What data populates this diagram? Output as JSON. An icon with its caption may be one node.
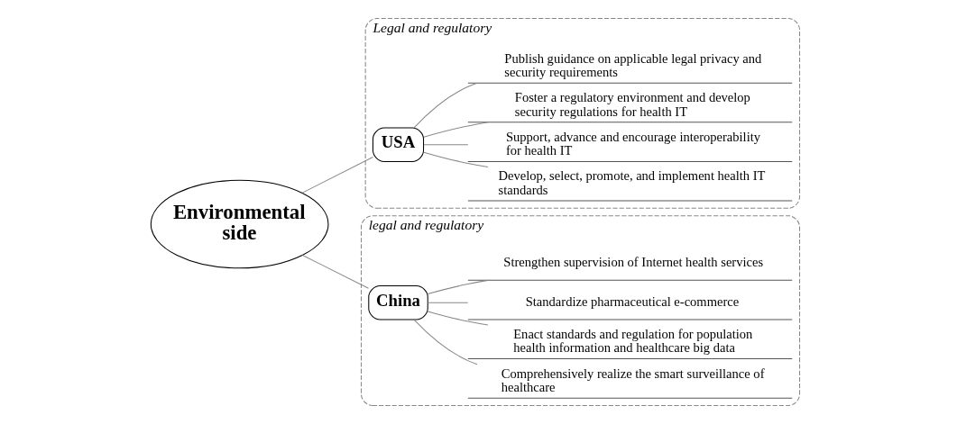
{
  "diagram": {
    "nodes": [
      {
        "text": [
          "Environmental side"
        ]
      },
      {
        "text": [
          "Legal and regulatory"
        ]
      },
      {
        "text": [
          "USA"
        ],
        "in": 1
      },
      {
        "text": [
          "Develop, select, promote, and implement health IT standards"
        ],
        "in": 1
      },
      {
        "text": [
          "Support, advance and encourage interoperability for health IT"
        ],
        "in": 1
      },
      {
        "text": [
          "Foster a regulatory environment and develop security regulations for health IT"
        ],
        "in": 1
      },
      {
        "text": [
          "Publish guidance on applicable legal privacy and security requirements"
        ],
        "in": 1
      },
      {
        "text": [
          "legal and regulatory"
        ]
      },
      {
        "text": [
          "China"
        ],
        "in": 7
      },
      {
        "text": [
          "Comprehensively realize the smart surveillance of healthcare"
        ],
        "in": 7
      },
      {
        "text": [
          "Enact standards and regulation for population health information and healthcare big data"
        ],
        "in": 7
      },
      {
        "text": [
          "Standardize pharmaceutical e-commerce"
        ],
        "in": 7
      },
      {
        "text": [
          "Strengthen supervision of Internet health services"
        ],
        "in": 7
      }
    ],
    "edges": [
      {
        "from": 0,
        "to": 2,
        "arrow": "none"
      },
      {
        "from": 0,
        "to": 8,
        "arrow": "none"
      },
      {
        "from": 2,
        "to": 3,
        "arrow": "none"
      },
      {
        "from": 2,
        "to": 4,
        "arrow": "none"
      },
      {
        "from": 2,
        "to": 5,
        "arrow": "none"
      },
      {
        "from": 2,
        "to": 6,
        "arrow": "none"
      },
      {
        "from": 8,
        "to": 9,
        "arrow": "none"
      },
      {
        "from": 8,
        "to": 10,
        "arrow": "none"
      },
      {
        "from": 8,
        "to": 11,
        "arrow": "none"
      },
      {
        "from": 8,
        "to": 12,
        "arrow": "none"
      }
    ]
  }
}
